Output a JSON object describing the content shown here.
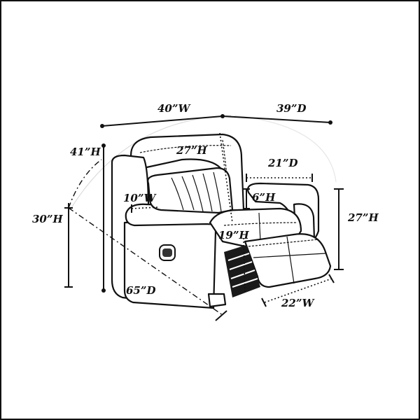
{
  "dimensions": {
    "width_overall": "40”W",
    "depth_overall": "39”D",
    "height_overall": "41”H",
    "back_height": "27”H",
    "seat_depth": "21”D",
    "arm_width": "10”W",
    "arm_above_seat": "6”H",
    "arm_height": "30”H",
    "seat_height": "19”H",
    "recline_height": "27”H",
    "reclined_length": "65”D",
    "footrest_width": "22”W"
  },
  "icons": {
    "chair": "recliner-chair-icon",
    "lever": "recline-lever-icon"
  }
}
